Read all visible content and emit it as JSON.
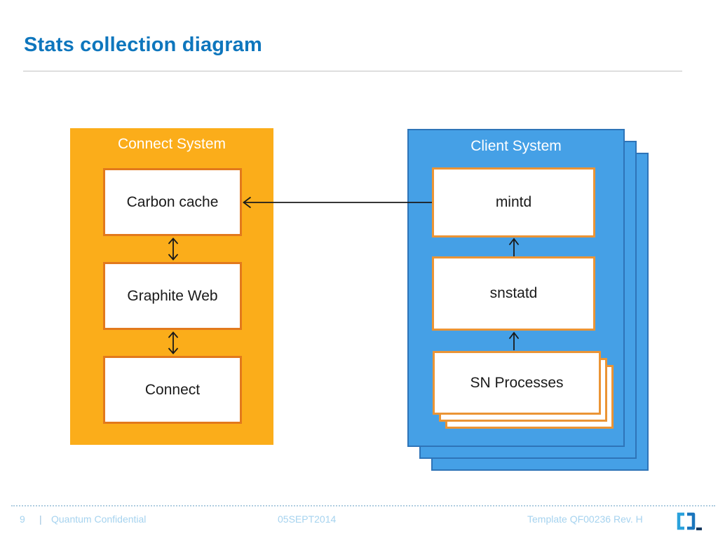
{
  "title": "Stats collection diagram",
  "colors": {
    "title_blue": "#0E76BD",
    "orange_panel_fill": "#FBAD1A",
    "orange_node_border": "#E2791C",
    "client_node_border": "#EB9435",
    "blue_panel_fill": "#45A0E6",
    "blue_panel_border": "#2E74B8",
    "arrow": "#1A1A1A",
    "footer_text": "#A6D3EF"
  },
  "diagram": {
    "connect_system": {
      "title": "Connect System",
      "nodes": [
        "Carbon cache",
        "Graphite Web",
        "Connect"
      ]
    },
    "client_system": {
      "title": "Client System",
      "stacked_panels": 3,
      "nodes": [
        "mintd",
        "snstatd",
        "SN Processes"
      ],
      "sn_processes_stacked": 3
    },
    "connections": [
      "carbon-cache <-> graphite-web",
      "graphite-web <-> connect",
      "snstatd -> mintd",
      "sn-processes -> snstatd",
      "mintd -> carbon-cache"
    ]
  },
  "footer": {
    "page_number": "9",
    "separator": "|",
    "confidential_label": "Quantum Confidential",
    "date": "05SEPT2014",
    "template_ref": "Template QF00236 Rev. H",
    "logo": "quantum-brackets-logo"
  }
}
